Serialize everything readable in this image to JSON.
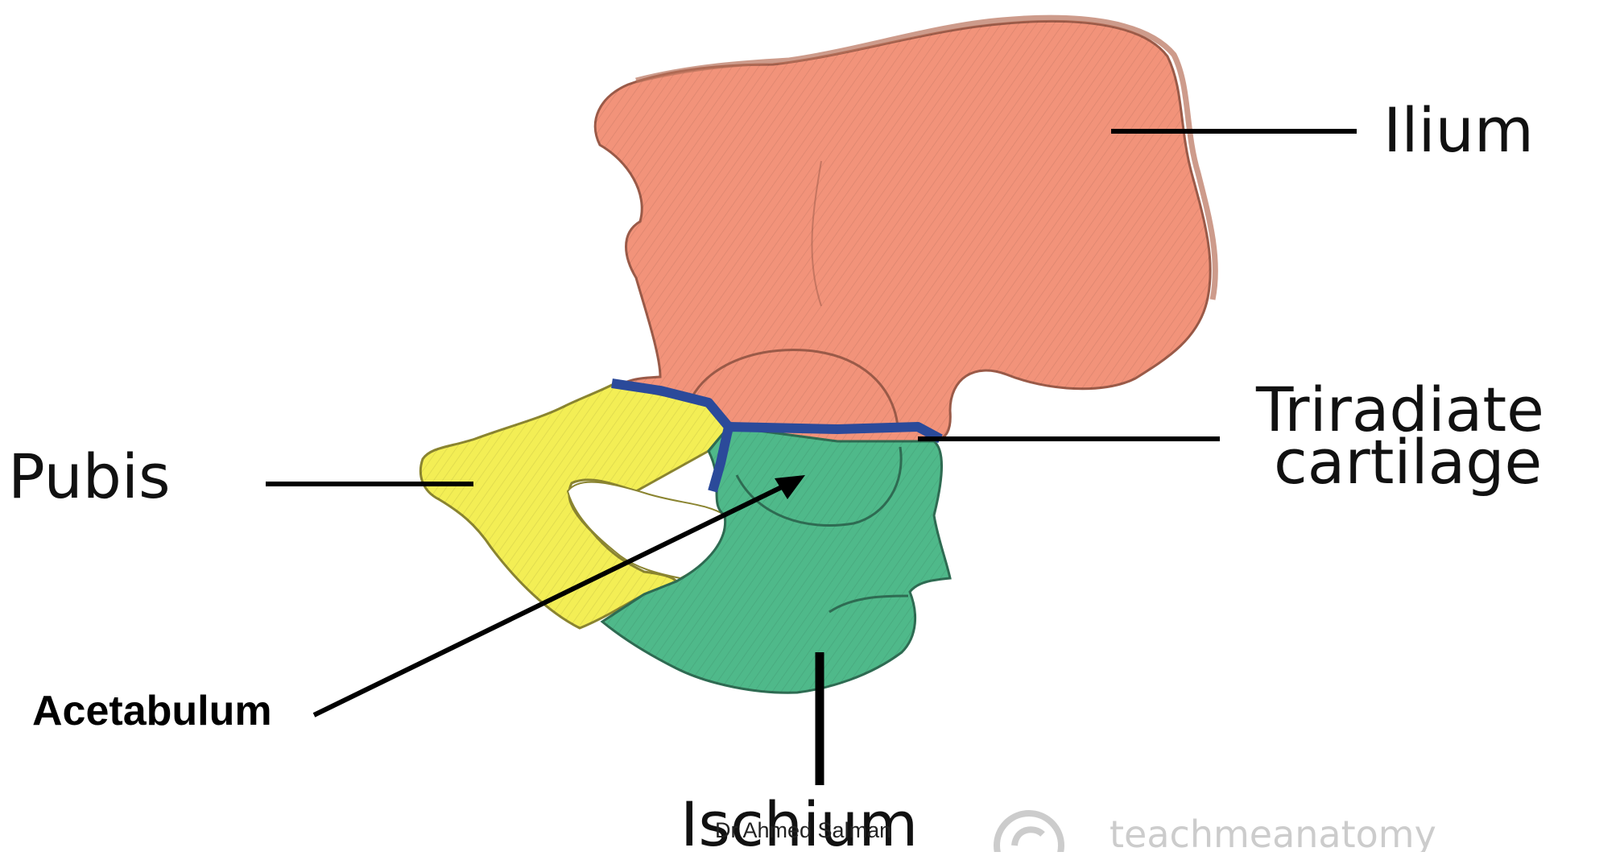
{
  "labels": {
    "ilium": "Ilium",
    "triradiate_line1": "Triradiate",
    "triradiate_line2": "cartilage",
    "pubis": "Pubis",
    "acetabulum": "Acetabulum",
    "ischium": "Ischium"
  },
  "credit": "Dr Ahmed Salman",
  "watermark": {
    "text": "teachmeanatomy",
    "icon": "copyright-icon"
  },
  "colors": {
    "ilium": "#f2937a",
    "pubis": "#f3ee55",
    "ischium": "#4fb98a",
    "triradiate_cartilage": "#2b4a9a",
    "outline": "#9a5a48",
    "leader_lines": "#000000"
  }
}
